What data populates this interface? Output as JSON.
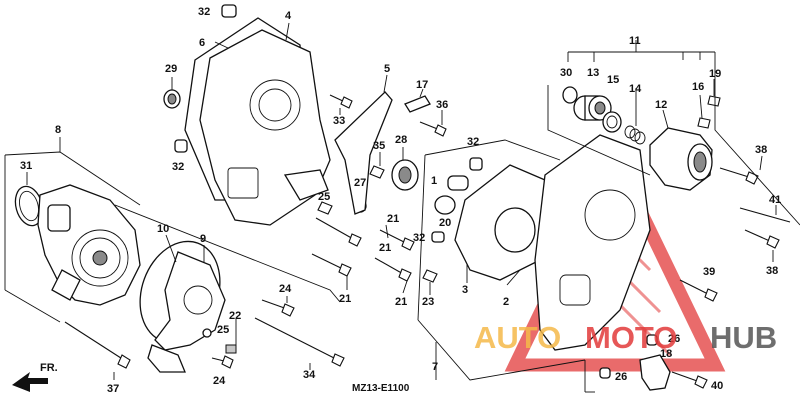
{
  "diagram_code": "MZ13-E1100",
  "front_label": "FR.",
  "watermark": {
    "text_a": "AUTO",
    "text_b": "MOTO",
    "text_c": "HUB",
    "color_a": "#f5b94a",
    "color_b": "#e23a3a",
    "color_c": "#555555"
  },
  "callouts": [
    {
      "id": "c1",
      "label": "1"
    },
    {
      "id": "c2",
      "label": "2"
    },
    {
      "id": "c3",
      "label": "3"
    },
    {
      "id": "c4",
      "label": "4"
    },
    {
      "id": "c5",
      "label": "5"
    },
    {
      "id": "c6",
      "label": "6"
    },
    {
      "id": "c7",
      "label": "7"
    },
    {
      "id": "c8",
      "label": "8"
    },
    {
      "id": "c9",
      "label": "9"
    },
    {
      "id": "c10",
      "label": "10"
    },
    {
      "id": "c11",
      "label": "11"
    },
    {
      "id": "c12",
      "label": "12"
    },
    {
      "id": "c13",
      "label": "13"
    },
    {
      "id": "c14",
      "label": "14"
    },
    {
      "id": "c15",
      "label": "15"
    },
    {
      "id": "c16",
      "label": "16"
    },
    {
      "id": "c17",
      "label": "17"
    },
    {
      "id": "c18",
      "label": "18"
    },
    {
      "id": "c19",
      "label": "19"
    },
    {
      "id": "c20",
      "label": "20"
    },
    {
      "id": "c21a",
      "label": "21"
    },
    {
      "id": "c21b",
      "label": "21"
    },
    {
      "id": "c21c",
      "label": "21"
    },
    {
      "id": "c21d",
      "label": "21"
    },
    {
      "id": "c22",
      "label": "22"
    },
    {
      "id": "c23",
      "label": "23"
    },
    {
      "id": "c24a",
      "label": "24"
    },
    {
      "id": "c24b",
      "label": "24"
    },
    {
      "id": "c25a",
      "label": "25"
    },
    {
      "id": "c25b",
      "label": "25"
    },
    {
      "id": "c26a",
      "label": "26"
    },
    {
      "id": "c26b",
      "label": "26"
    },
    {
      "id": "c27",
      "label": "27"
    },
    {
      "id": "c28",
      "label": "28"
    },
    {
      "id": "c29",
      "label": "29"
    },
    {
      "id": "c30",
      "label": "30"
    },
    {
      "id": "c31",
      "label": "31"
    },
    {
      "id": "c32a",
      "label": "32"
    },
    {
      "id": "c32b",
      "label": "32"
    },
    {
      "id": "c32c",
      "label": "32"
    },
    {
      "id": "c32d",
      "label": "32"
    },
    {
      "id": "c33",
      "label": "33"
    },
    {
      "id": "c34",
      "label": "34"
    },
    {
      "id": "c35",
      "label": "35"
    },
    {
      "id": "c36",
      "label": "36"
    },
    {
      "id": "c37",
      "label": "37"
    },
    {
      "id": "c38a",
      "label": "38"
    },
    {
      "id": "c38b",
      "label": "38"
    },
    {
      "id": "c39",
      "label": "39"
    },
    {
      "id": "c40",
      "label": "40"
    },
    {
      "id": "c41",
      "label": "41"
    }
  ]
}
